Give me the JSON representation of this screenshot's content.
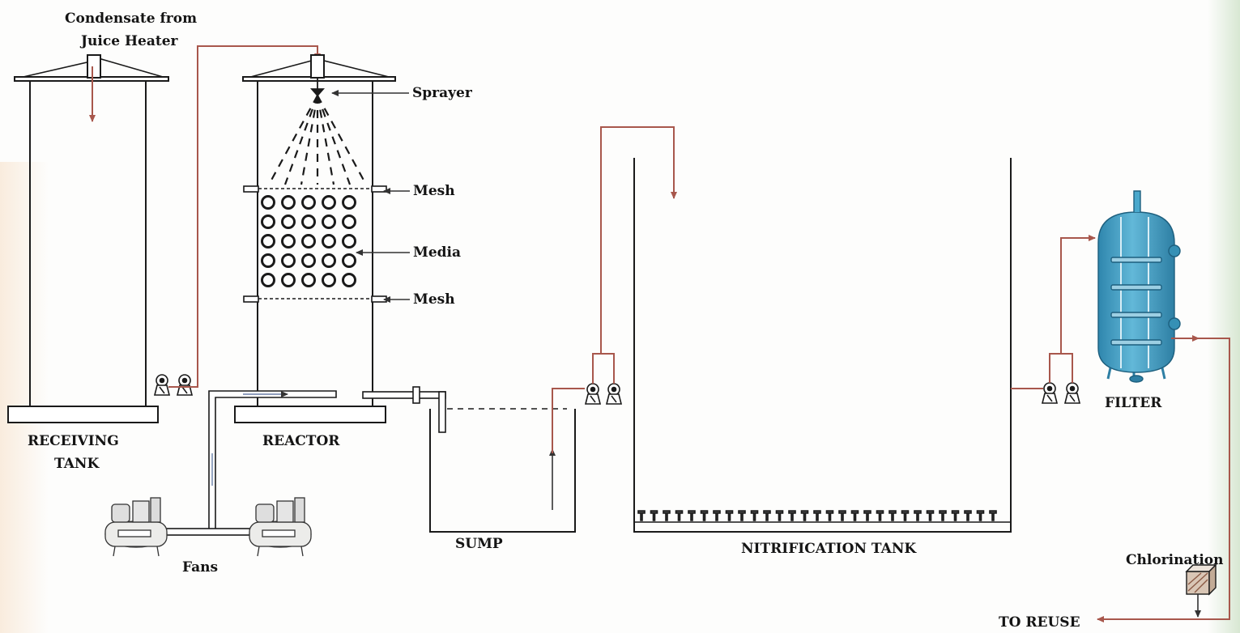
{
  "labels": {
    "condensate": "Condensate from",
    "juice_heater": "Juice Heater",
    "sprayer": "Sprayer",
    "mesh_top": "Mesh",
    "media": "Media",
    "mesh_bottom": "Mesh",
    "receiving_tank_line1": "RECEIVING",
    "receiving_tank_line2": "TANK",
    "reactor": "REACTOR",
    "fans": "Fans",
    "sump": "SUMP",
    "nitrification_tank": "NITRIFICATION TANK",
    "filter": "FILTER",
    "chlorination": "Chlorination",
    "to_reuse": "TO REUSE"
  },
  "colors": {
    "flow_line": "#a8574c",
    "equipment_line": "#1a1a1a",
    "filter_vessel": "#3f9cc0",
    "compressor_body": "#e8e8e6"
  },
  "icons": [
    "pump-icon",
    "fan-compressor-icon",
    "filter-vessel-icon",
    "chlorination-icon",
    "diffuser-icon"
  ]
}
